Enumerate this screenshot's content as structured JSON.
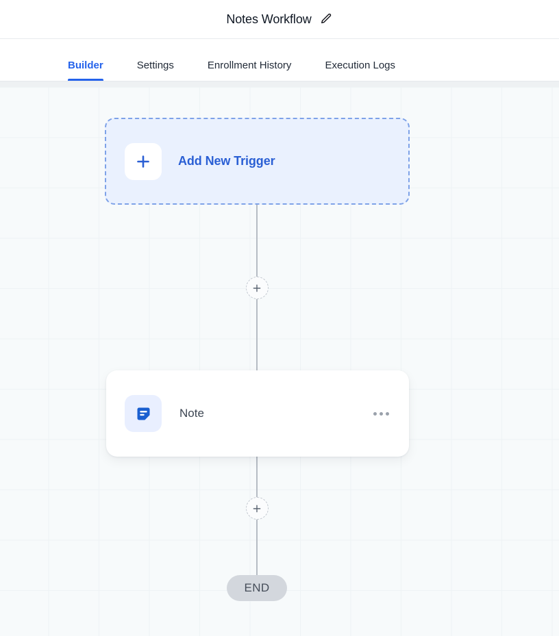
{
  "header": {
    "title": "Notes Workflow",
    "edit_icon": "pencil-edit-icon"
  },
  "tabs": [
    {
      "label": "Builder",
      "active": true
    },
    {
      "label": "Settings",
      "active": false
    },
    {
      "label": "Enrollment History",
      "active": false
    },
    {
      "label": "Execution Logs",
      "active": false
    }
  ],
  "canvas": {
    "trigger": {
      "label": "Add New Trigger",
      "icon": "plus-icon",
      "state": "empty"
    },
    "connectors": [
      {
        "id": "connector-1",
        "add_icon": "plus-icon"
      },
      {
        "id": "connector-2",
        "add_icon": "plus-icon"
      }
    ],
    "steps": [
      {
        "label": "Note",
        "icon": "note-icon",
        "menu_icon": "ellipsis-icon"
      }
    ],
    "end": {
      "label": "END"
    }
  },
  "colors": {
    "accent": "#2563eb",
    "trigger_bg": "#eaf1fe",
    "trigger_border": "#7ea2e8",
    "trigger_text": "#2a5fd4",
    "step_icon_bg": "#e9efff",
    "step_icon_fill": "#1a5fd0",
    "connector_line": "#b6bcc4",
    "end_bg": "#d3d7dd",
    "end_text": "#454d59",
    "canvas_bg": "#f7fafb",
    "grid_line": "#eef3f5"
  }
}
